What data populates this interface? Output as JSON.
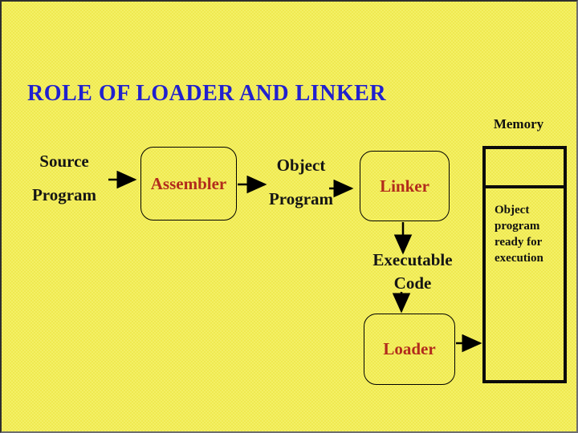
{
  "title": "ROLE OF LOADER AND LINKER",
  "colors": {
    "background": "#EFE950",
    "title_text": "#2121CE",
    "process_text": "#B22B1C",
    "diagram_text": "#111111",
    "lines": "#000000"
  },
  "flow": {
    "source_lines": [
      "Source",
      "Program"
    ],
    "assembler_label": "Assembler",
    "object_lines": [
      "Object",
      "Program"
    ],
    "linker_label": "Linker",
    "executable_lines": [
      "Executable",
      "Code"
    ],
    "loader_label": "Loader"
  },
  "memory": {
    "label": "Memory",
    "note_lines": [
      "Object",
      "program",
      "ready for",
      "execution"
    ]
  }
}
